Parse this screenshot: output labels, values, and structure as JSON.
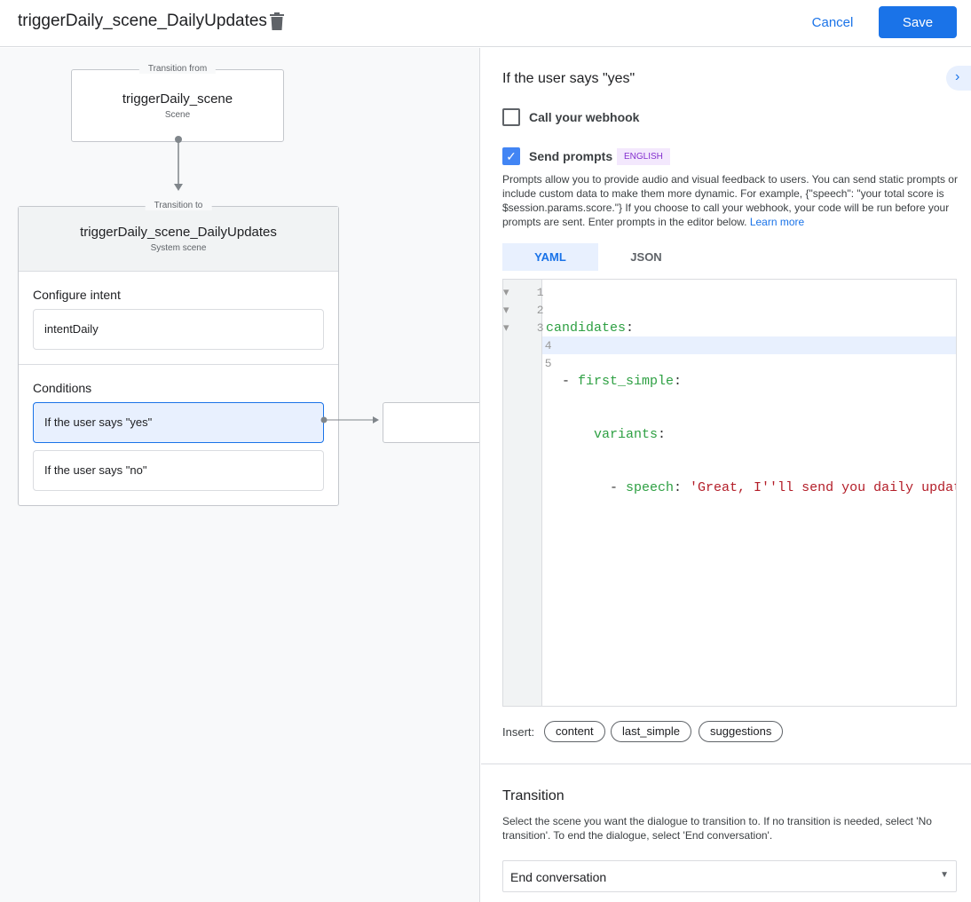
{
  "header": {
    "title": "triggerDaily_scene_DailyUpdates",
    "cancel": "Cancel",
    "save": "Save"
  },
  "flow": {
    "from_legend": "Transition from",
    "from_name": "triggerDaily_scene",
    "from_type": "Scene",
    "to_legend": "Transition to",
    "to_name": "triggerDaily_scene_DailyUpdates",
    "to_type": "System scene",
    "intent_heading": "Configure intent",
    "intent": "intentDaily",
    "conditions_heading": "Conditions",
    "conditions": [
      "If the user says \"yes\"",
      "If the user says \"no\""
    ]
  },
  "panel": {
    "heading": "If the user says \"yes\"",
    "webhook_label": "Call your webhook",
    "webhook_checked": false,
    "prompts_label": "Send prompts",
    "prompts_checked": true,
    "language_badge": "ENGLISH",
    "description": "Prompts allow you to provide audio and visual feedback to users. You can send static prompts or include custom data to make them more dynamic. For example, {\"speech\": \"your total score is $session.params.score.\"} If you choose to call your webhook, your code will be run before your prompts are sent. Enter prompts in the editor below.",
    "learn_more": "Learn more",
    "tabs": [
      "YAML",
      "JSON"
    ],
    "active_tab": "YAML",
    "code_lines": [
      "candidates:",
      "  - first_simple:",
      "      variants:",
      "        - speech: 'Great, I''ll send you daily updates.",
      ""
    ],
    "insert_label": "Insert:",
    "insert_chips": [
      "content",
      "last_simple",
      "suggestions"
    ],
    "transition_heading": "Transition",
    "transition_desc": "Select the scene you want the dialogue to transition to. If no transition is needed, select 'No transition'. To end the dialogue, select 'End conversation'.",
    "transition_value": "End conversation"
  },
  "colors": {
    "accent": "#1a73e8",
    "badge_bg": "#f3e8fd",
    "badge_text": "#8430ce"
  }
}
